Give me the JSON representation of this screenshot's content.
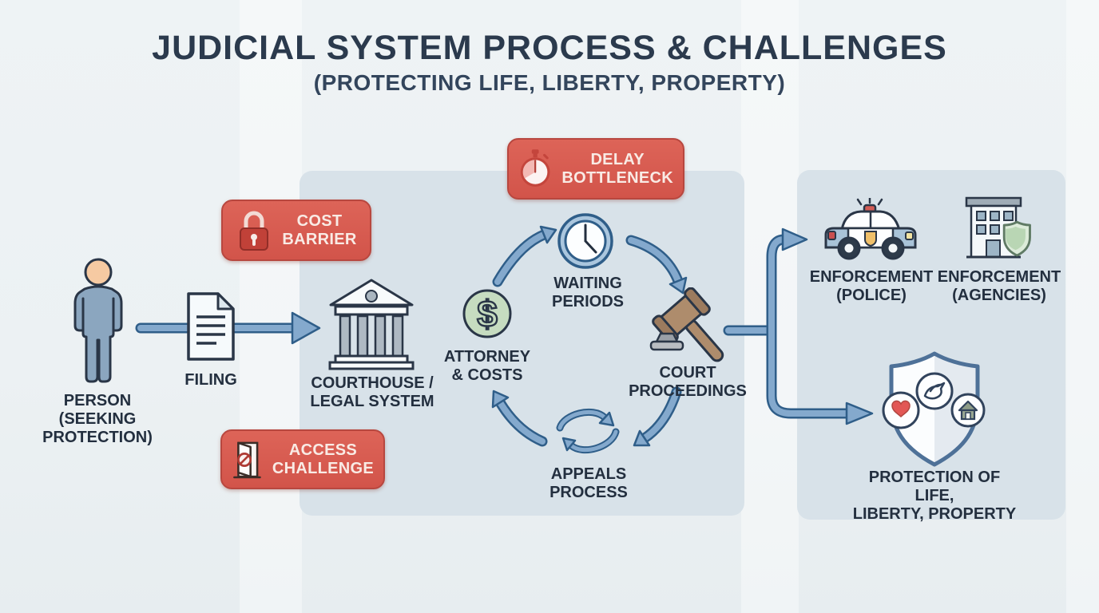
{
  "title": {
    "main": "JUDICIAL SYSTEM PROCESS & CHALLENGES",
    "subtitle": "(PROTECTING LIFE, LIBERTY, PROPERTY)"
  },
  "badges": {
    "cost": "COST\nBARRIER",
    "access": "ACCESS\nCHALLENGE",
    "delay": "DELAY\nBOTTLENECK"
  },
  "nodes": {
    "person": "PERSON\n(SEEKING\nPROTECTION)",
    "filing": "FILING",
    "courthouse": "COURTHOUSE /\nLEGAL SYSTEM",
    "attorney": "ATTORNEY\n& COSTS",
    "waiting": "WAITING\nPERIODS",
    "court": "COURT\nPROCEEDINGS",
    "appeals": "APPEALS\nPROCESS",
    "police": "ENFORCEMENT\n(POLICE)",
    "agencies": "ENFORCEMENT\n(AGENCIES)",
    "protection": "PROTECTION OF LIFE,\nLIBERTY, PROPERTY"
  },
  "colors": {
    "badge": "#d65a4e",
    "badge_border": "#b8473f",
    "badge_text": "#f9ebe5",
    "arrow": "#84a9cd",
    "arrow_outline": "#2f5e89",
    "panel": "#d8e2e9",
    "title": "#2b3a4d",
    "text": "#232f3f",
    "dollar_green": "#c6dcc0",
    "heart_red": "#e25755",
    "gavel_brown": "#ae8c6c"
  }
}
